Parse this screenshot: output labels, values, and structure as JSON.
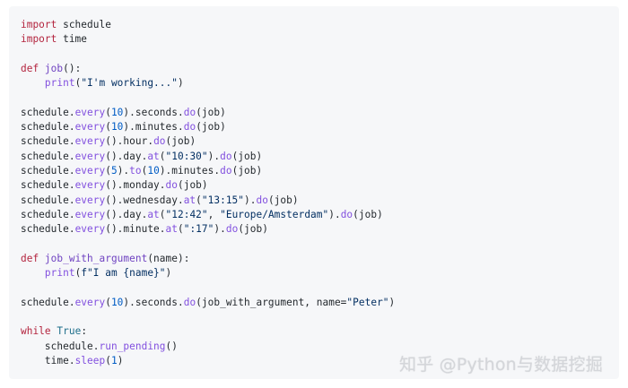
{
  "code_block": {
    "language": "python",
    "colors": {
      "background": "#f6f7f9",
      "text": "#24292e",
      "keyword": "#b3243e",
      "function": "#6f42c1",
      "number": "#005cc5",
      "string": "#032f62"
    },
    "lines": [
      [
        {
          "t": "import",
          "c": "kw"
        },
        {
          "t": " schedule"
        }
      ],
      [
        {
          "t": "import",
          "c": "kw"
        },
        {
          "t": " time"
        }
      ],
      [],
      [
        {
          "t": "def",
          "c": "kw"
        },
        {
          "t": " "
        },
        {
          "t": "job",
          "c": "fn"
        },
        {
          "t": "():"
        }
      ],
      [
        {
          "t": "    "
        },
        {
          "t": "print",
          "c": "call"
        },
        {
          "t": "("
        },
        {
          "t": "\"I'm working...\"",
          "c": "str"
        },
        {
          "t": ")"
        }
      ],
      [],
      [
        {
          "t": "schedule."
        },
        {
          "t": "every",
          "c": "call"
        },
        {
          "t": "("
        },
        {
          "t": "10",
          "c": "num"
        },
        {
          "t": ").seconds."
        },
        {
          "t": "do",
          "c": "call"
        },
        {
          "t": "(job)"
        }
      ],
      [
        {
          "t": "schedule."
        },
        {
          "t": "every",
          "c": "call"
        },
        {
          "t": "("
        },
        {
          "t": "10",
          "c": "num"
        },
        {
          "t": ").minutes."
        },
        {
          "t": "do",
          "c": "call"
        },
        {
          "t": "(job)"
        }
      ],
      [
        {
          "t": "schedule."
        },
        {
          "t": "every",
          "c": "call"
        },
        {
          "t": "().hour."
        },
        {
          "t": "do",
          "c": "call"
        },
        {
          "t": "(job)"
        }
      ],
      [
        {
          "t": "schedule."
        },
        {
          "t": "every",
          "c": "call"
        },
        {
          "t": "().day."
        },
        {
          "t": "at",
          "c": "call"
        },
        {
          "t": "("
        },
        {
          "t": "\"10:30\"",
          "c": "str"
        },
        {
          "t": ")."
        },
        {
          "t": "do",
          "c": "call"
        },
        {
          "t": "(job)"
        }
      ],
      [
        {
          "t": "schedule."
        },
        {
          "t": "every",
          "c": "call"
        },
        {
          "t": "("
        },
        {
          "t": "5",
          "c": "num"
        },
        {
          "t": ")."
        },
        {
          "t": "to",
          "c": "call"
        },
        {
          "t": "("
        },
        {
          "t": "10",
          "c": "num"
        },
        {
          "t": ").minutes."
        },
        {
          "t": "do",
          "c": "call"
        },
        {
          "t": "(job)"
        }
      ],
      [
        {
          "t": "schedule."
        },
        {
          "t": "every",
          "c": "call"
        },
        {
          "t": "().monday."
        },
        {
          "t": "do",
          "c": "call"
        },
        {
          "t": "(job)"
        }
      ],
      [
        {
          "t": "schedule."
        },
        {
          "t": "every",
          "c": "call"
        },
        {
          "t": "().wednesday."
        },
        {
          "t": "at",
          "c": "call"
        },
        {
          "t": "("
        },
        {
          "t": "\"13:15\"",
          "c": "str"
        },
        {
          "t": ")."
        },
        {
          "t": "do",
          "c": "call"
        },
        {
          "t": "(job)"
        }
      ],
      [
        {
          "t": "schedule."
        },
        {
          "t": "every",
          "c": "call"
        },
        {
          "t": "().day."
        },
        {
          "t": "at",
          "c": "call"
        },
        {
          "t": "("
        },
        {
          "t": "\"12:42\"",
          "c": "str"
        },
        {
          "t": ", "
        },
        {
          "t": "\"Europe/Amsterdam\"",
          "c": "str"
        },
        {
          "t": ")."
        },
        {
          "t": "do",
          "c": "call"
        },
        {
          "t": "(job)"
        }
      ],
      [
        {
          "t": "schedule."
        },
        {
          "t": "every",
          "c": "call"
        },
        {
          "t": "().minute."
        },
        {
          "t": "at",
          "c": "call"
        },
        {
          "t": "("
        },
        {
          "t": "\":17\"",
          "c": "str"
        },
        {
          "t": ")."
        },
        {
          "t": "do",
          "c": "call"
        },
        {
          "t": "(job)"
        }
      ],
      [],
      [
        {
          "t": "def",
          "c": "kw"
        },
        {
          "t": " "
        },
        {
          "t": "job_with_argument",
          "c": "fn"
        },
        {
          "t": "(name):"
        }
      ],
      [
        {
          "t": "    "
        },
        {
          "t": "print",
          "c": "call"
        },
        {
          "t": "("
        },
        {
          "t": "f\"I am {name}\"",
          "c": "str"
        },
        {
          "t": ")"
        }
      ],
      [],
      [
        {
          "t": "schedule."
        },
        {
          "t": "every",
          "c": "call"
        },
        {
          "t": "("
        },
        {
          "t": "10",
          "c": "num"
        },
        {
          "t": ").seconds."
        },
        {
          "t": "do",
          "c": "call"
        },
        {
          "t": "(job_with_argument, name="
        },
        {
          "t": "\"Peter\"",
          "c": "str"
        },
        {
          "t": ")"
        }
      ],
      [],
      [
        {
          "t": "while",
          "c": "kw"
        },
        {
          "t": " "
        },
        {
          "t": "True",
          "c": "bi"
        },
        {
          "t": ":"
        }
      ],
      [
        {
          "t": "    schedule."
        },
        {
          "t": "run_pending",
          "c": "call"
        },
        {
          "t": "()"
        }
      ],
      [
        {
          "t": "    time."
        },
        {
          "t": "sleep",
          "c": "call"
        },
        {
          "t": "("
        },
        {
          "t": "1",
          "c": "num"
        },
        {
          "t": ")"
        }
      ]
    ]
  },
  "watermark": {
    "text": "知乎 @Python与数据挖掘"
  }
}
